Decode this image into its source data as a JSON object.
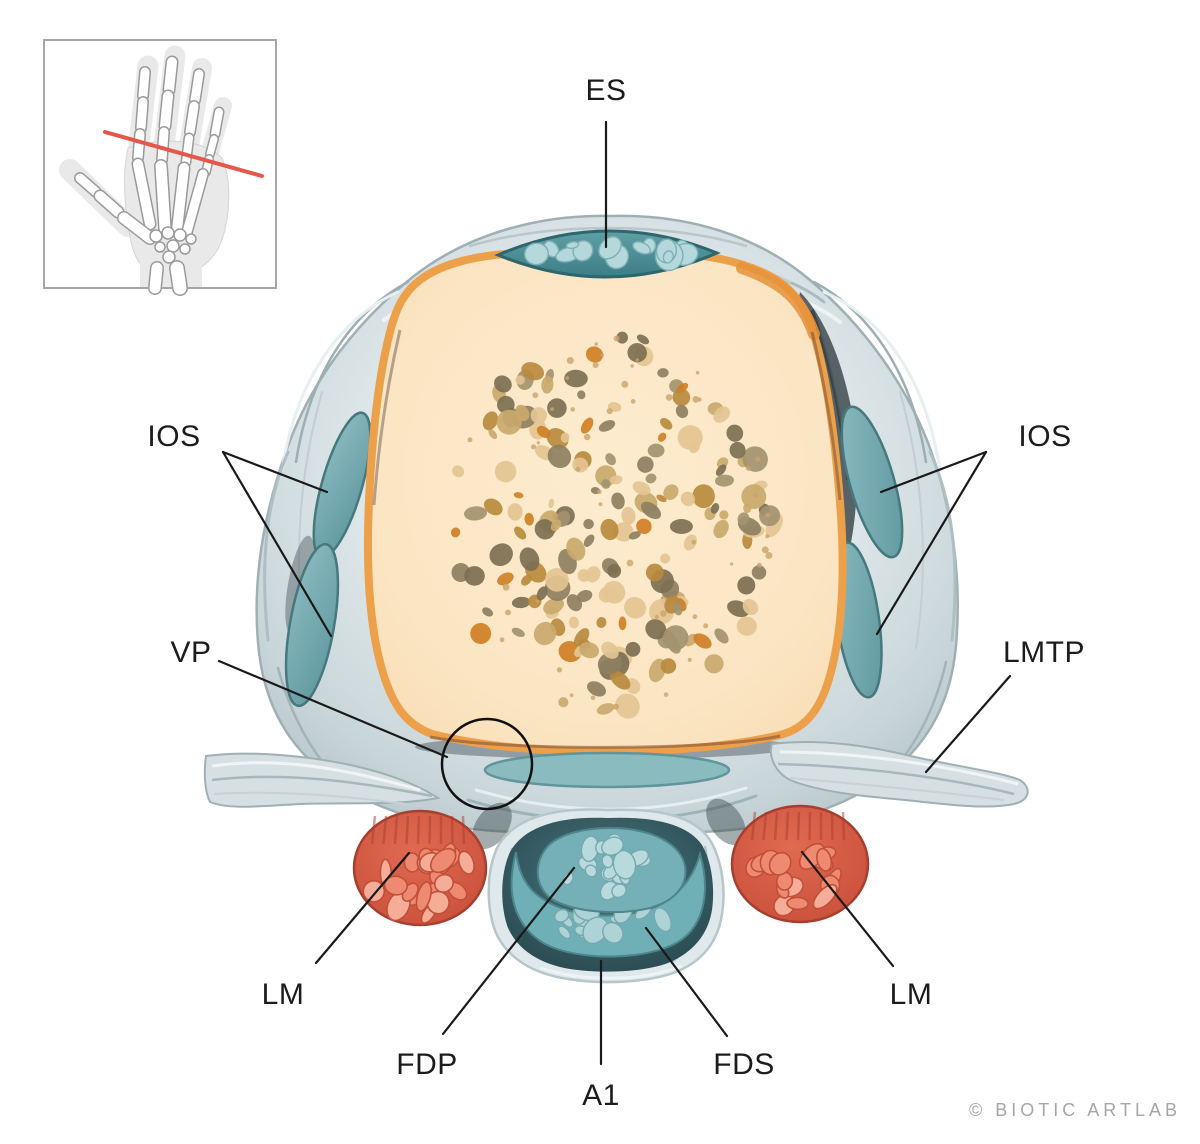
{
  "labels": {
    "es": "ES",
    "ios_left": "IOS",
    "ios_right": "IOS",
    "vp": "VP",
    "lmtp": "LMTP",
    "lm_left": "LM",
    "lm_right": "LM",
    "fdp": "FDP",
    "a1": "A1",
    "fds": "FDS"
  },
  "figure": {
    "credit": "© BIOTIC ARTLAB"
  },
  "colors": {
    "background": "#ffffff",
    "label_text": "#1c1c1c",
    "leader_line": "#1a1a1a",
    "annotation_circle": "#111111",
    "credit_text": "#a6a6a6",
    "inset_border": "#a6a6a6",
    "inset_hand_silhouette": "#e9e9e9",
    "inset_bone_outline": "#9a9a9a",
    "section_line": "#e8564a",
    "fascia_light": "#eef3f4",
    "fascia_mid": "#cfdadd",
    "fascia_shadow": "#9fb0b5",
    "deep_shadow": "#3f4a50",
    "bone_fill": "#fbe5c3",
    "bone_cortex": "#eda04a",
    "trabecular_palette": [
      "#cf7f24",
      "#a3936f",
      "#8d7f5f",
      "#c9a96d",
      "#e4c493",
      "#7d6f52",
      "#b98a3e"
    ],
    "tendon_teal": "#6fb0b7",
    "tendon_teal_dark": "#4d858c",
    "tendon_chunk": "#b9dadd",
    "tendon_chunk_outline": "#76a9af",
    "pulley_dark": "#2f555e",
    "muscle_red": "#cf5540",
    "muscle_red_outline": "#a63f2e",
    "muscle_chunk": "#ee8a71",
    "muscle_chunk_light": "#f6ad97",
    "muscle_chunk_outline": "#c14f38"
  }
}
